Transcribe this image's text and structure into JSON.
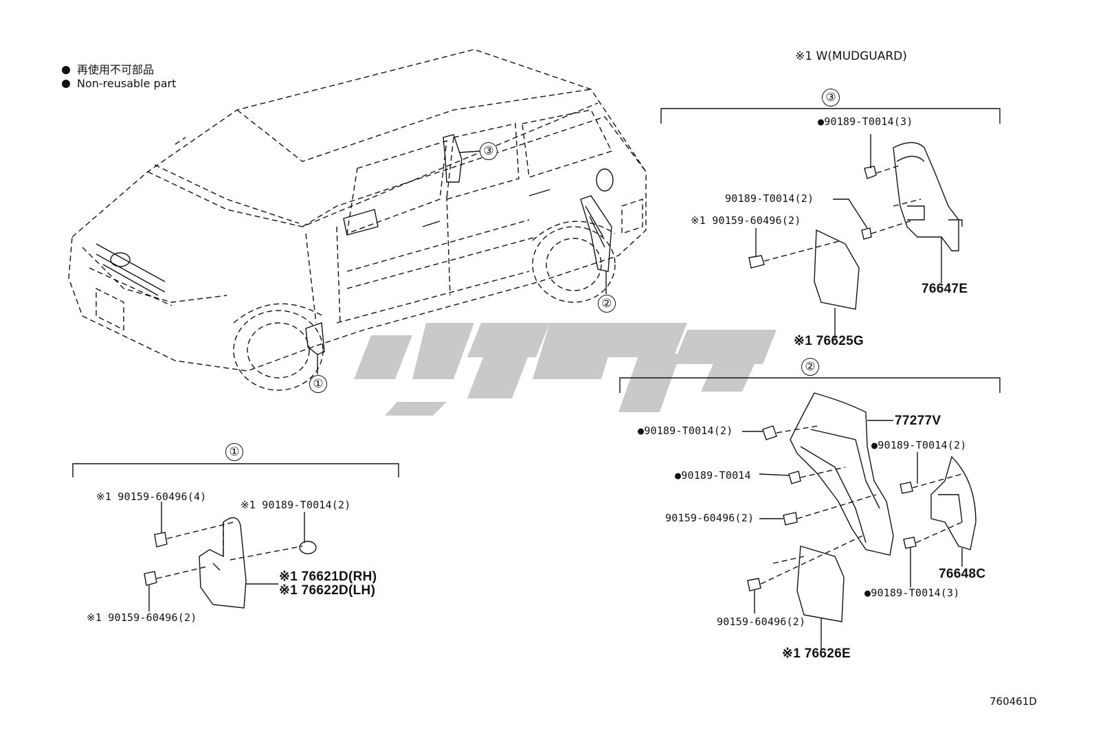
{
  "legend": [
    {
      "text": "再使用不可部品"
    },
    {
      "text": "Non-reusable part"
    }
  ],
  "note": "※1 W(MUDGUARD)",
  "drawing_number": "760461D",
  "groups": {
    "g1": {
      "number": "①"
    },
    "g2": {
      "number": "②"
    },
    "g3": {
      "number": "③"
    }
  },
  "vehicle_callouts": [
    "①",
    "②",
    "③"
  ],
  "parts": {
    "g3_clip_top": "●90189-T0014(3)",
    "g3_clip_mid": "90189-T0014(2)",
    "g3_screw": "※1 90159-60496(2)",
    "g3_liner": "76647E",
    "g3_flap": "※1 76625G",
    "g2_liner": "77277V",
    "g2_clip_left": "●90189-T0014(2)",
    "g2_clip_single": "●90189-T0014",
    "g2_screw_mid": "90159-60496(2)",
    "g2_clip_right": "●90189-T0014(2)",
    "g2_shield": "76648C",
    "g2_clip_bottom": "●90189-T0014(3)",
    "g2_screw_bottom": "90159-60496(2)",
    "g2_flap": "※1 76626E",
    "g1_screw_top": "※1 90159-60496(4)",
    "g1_clip": "※1 90189-T0014(2)",
    "g1_flap_rh": "※1 76621D(RH)",
    "g1_flap_lh": "※1 76622D(LH)",
    "g1_screw_bottom": "※1 90159-60496(2)"
  },
  "colors": {
    "line": "#111111",
    "watermark": "#c8c8c8"
  }
}
